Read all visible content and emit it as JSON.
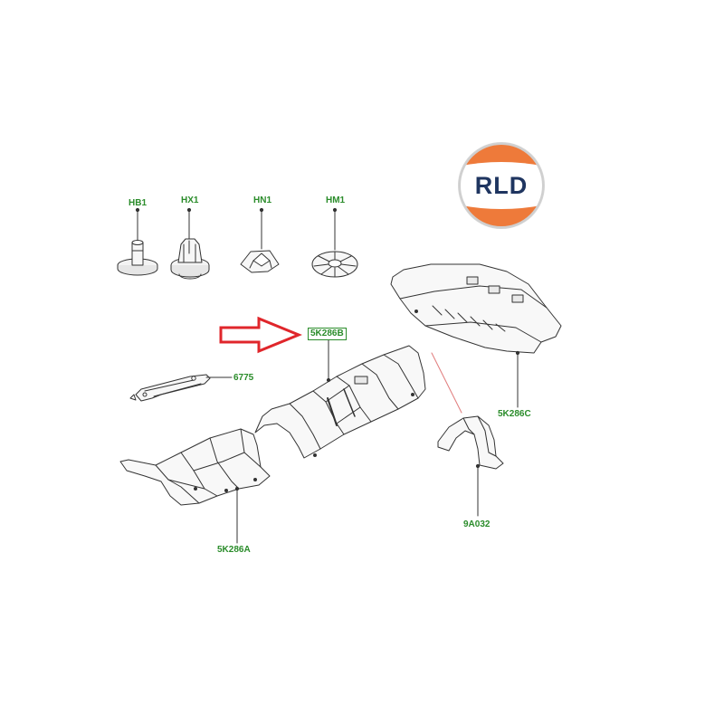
{
  "logo": {
    "text": "RLD",
    "colors": {
      "orange": "#ee7a3a",
      "navy": "#1f3560",
      "ring": "#c8c8c8"
    }
  },
  "label_color": "#2a8c2a",
  "arrow_color": "#e0262b",
  "parts": {
    "hb1": "HB1",
    "hx1": "HX1",
    "hn1": "HN1",
    "hm1": "HM1",
    "p6775": "6775",
    "p5k286b": "5K286B",
    "p5k286c": "5K286C",
    "p5k286a": "5K286A",
    "p9a032": "9A032"
  }
}
